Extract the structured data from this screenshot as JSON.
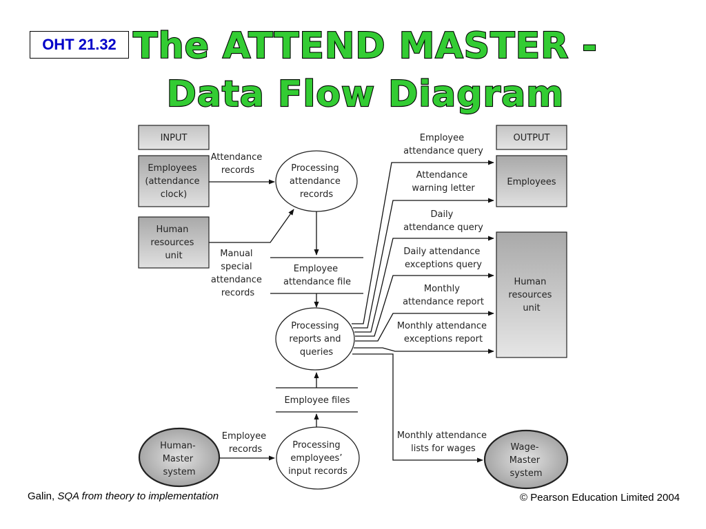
{
  "slide": {
    "oht_label": "OHT 21.32",
    "title_line1": "The ATTEND MASTER -",
    "title_line2": "Data Flow Diagram",
    "footer_author": "Galin,",
    "footer_book": "SQA from theory to implementation",
    "footer_copyright": "© Pearson Education Limited 2004"
  },
  "diagram": {
    "headers": {
      "input": "INPUT",
      "output": "OUTPUT"
    },
    "entities": {
      "employees_clock": [
        "Employees",
        "(attendance",
        "clock)"
      ],
      "hr_input": [
        "Human",
        "resources",
        "unit"
      ],
      "employees_out": [
        "Employees"
      ],
      "hr_output": [
        "Human",
        "resources",
        "unit"
      ],
      "human_master": [
        "Human-",
        "Master",
        "system"
      ],
      "wage_master": [
        "Wage-",
        "Master",
        "system"
      ]
    },
    "processes": {
      "processing_attendance": [
        "Processing",
        "attendance",
        "records"
      ],
      "processing_reports": [
        "Processing",
        "reports and",
        "queries"
      ],
      "processing_employees": [
        "Processing",
        "employees’",
        "input records"
      ]
    },
    "stores": {
      "employee_attendance_file": [
        "Employee",
        "attendance file"
      ],
      "employee_files": [
        "Employee files"
      ]
    },
    "flows": {
      "attendance_records": [
        "Attendance",
        "records"
      ],
      "manual_special": [
        "Manual",
        "special",
        "attendance",
        "records"
      ],
      "employee_records": [
        "Employee",
        "records"
      ],
      "emp_attendance_query": [
        "Employee",
        "attendance query"
      ],
      "attendance_warning": [
        "Attendance",
        "warning letter"
      ],
      "daily_attendance_query": [
        "Daily",
        "attendance query"
      ],
      "daily_exceptions_query": [
        "Daily attendance",
        "exceptions query"
      ],
      "monthly_report": [
        "Monthly",
        "attendance report"
      ],
      "monthly_exceptions_report": [
        "Monthly attendance",
        "exceptions report"
      ],
      "monthly_lists_wages": [
        "Monthly attendance",
        "lists for wages"
      ]
    },
    "colors": {
      "title_fill": "#33cc33",
      "oht_text": "#0000c8",
      "entity_gray": "#b4b4b4",
      "header_gray": "#d0d0d0"
    }
  }
}
